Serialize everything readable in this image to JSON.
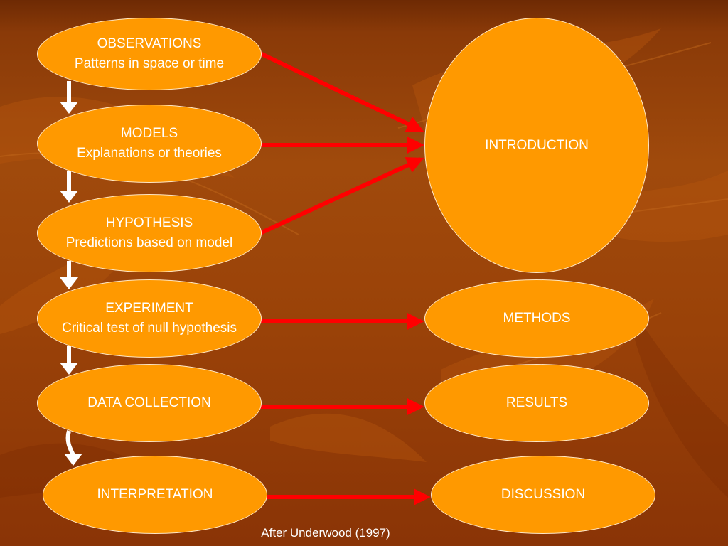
{
  "colors": {
    "background": "#9a4208",
    "node_fill": "#ff9900",
    "node_text": "#ffffff",
    "red_arrow": "#ff0000",
    "white_arrow": "#ffffff"
  },
  "process_steps": [
    {
      "title": "OBSERVATIONS",
      "subtitle": "Patterns in space or time"
    },
    {
      "title": "MODELS",
      "subtitle": "Explanations or theories"
    },
    {
      "title": "HYPOTHESIS",
      "subtitle": "Predictions based on model"
    },
    {
      "title": "EXPERIMENT",
      "subtitle": "Critical test of null hypothesis"
    },
    {
      "title": "DATA COLLECTION"
    },
    {
      "title": "INTERPRETATION"
    }
  ],
  "paper_sections": {
    "introduction": "INTRODUCTION",
    "methods": "METHODS",
    "results": "RESULTS",
    "discussion": "DISCUSSION"
  },
  "links": [
    {
      "from": "OBSERVATIONS",
      "to": "INTRODUCTION"
    },
    {
      "from": "MODELS",
      "to": "INTRODUCTION"
    },
    {
      "from": "HYPOTHESIS",
      "to": "INTRODUCTION"
    },
    {
      "from": "EXPERIMENT",
      "to": "METHODS"
    },
    {
      "from": "DATA COLLECTION",
      "to": "RESULTS"
    },
    {
      "from": "INTERPRETATION",
      "to": "DISCUSSION"
    }
  ],
  "caption": "After Underwood (1997)"
}
